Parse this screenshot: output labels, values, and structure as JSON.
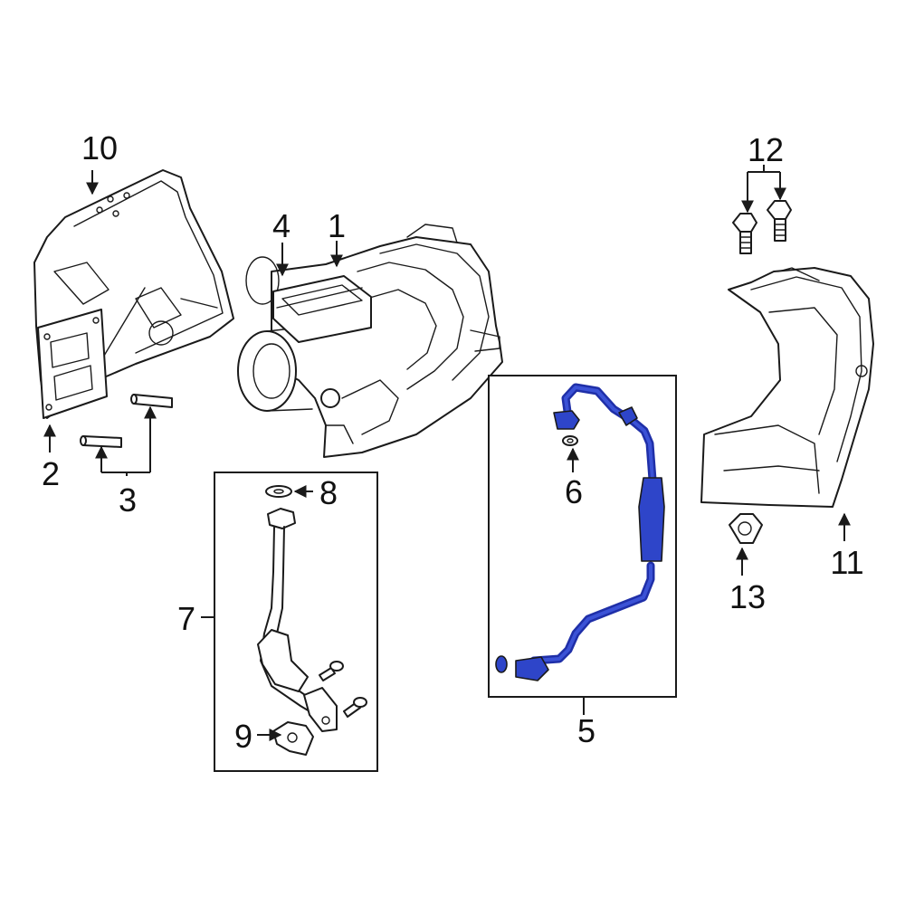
{
  "highlight_color": "#2e45c9",
  "callouts": [
    {
      "id": "c1",
      "label": "1"
    },
    {
      "id": "c2",
      "label": "2"
    },
    {
      "id": "c3",
      "label": "3"
    },
    {
      "id": "c4",
      "label": "4"
    },
    {
      "id": "c5",
      "label": "5"
    },
    {
      "id": "c6",
      "label": "6"
    },
    {
      "id": "c7",
      "label": "7"
    },
    {
      "id": "c8",
      "label": "8"
    },
    {
      "id": "c9",
      "label": "9"
    },
    {
      "id": "c10",
      "label": "10"
    },
    {
      "id": "c11",
      "label": "11"
    },
    {
      "id": "c12",
      "label": "12"
    },
    {
      "id": "c13",
      "label": "13"
    }
  ]
}
